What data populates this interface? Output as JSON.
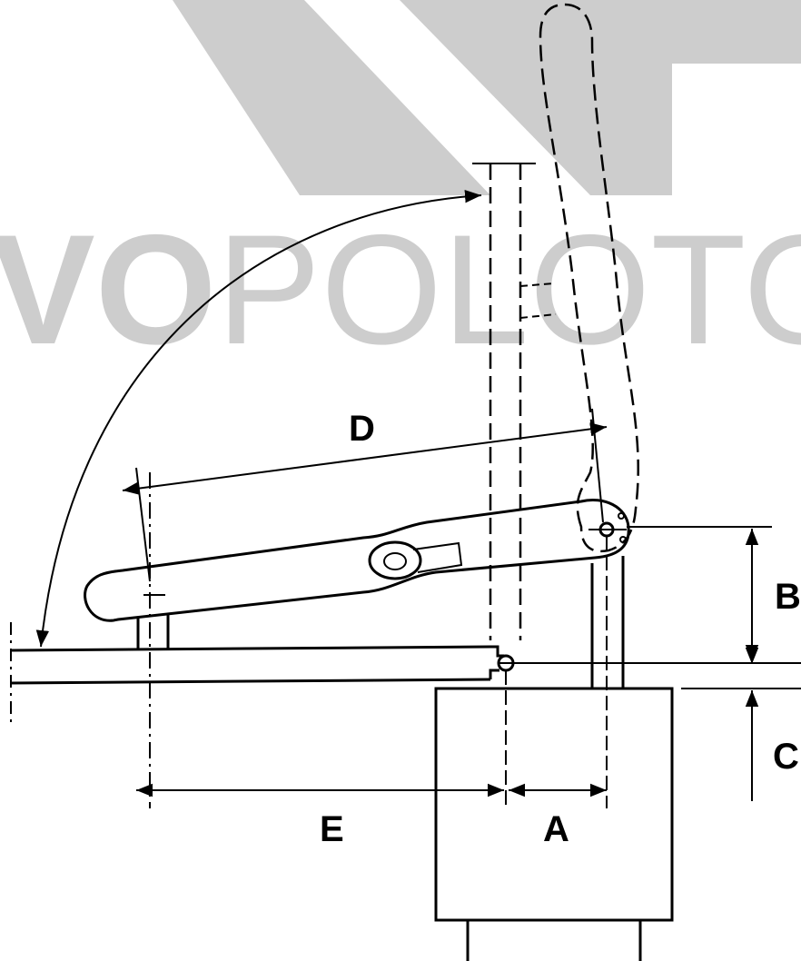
{
  "watermark": {
    "bold_part": "VO",
    "light_part": "POLOTOVA",
    "color": "#cdcdcd"
  },
  "labels": {
    "a": "A",
    "b": "B",
    "c": "C",
    "d": "D",
    "e": "E"
  },
  "colors": {
    "line": "#000000",
    "watermark": "#cdcdcd",
    "background": "#ffffff"
  }
}
